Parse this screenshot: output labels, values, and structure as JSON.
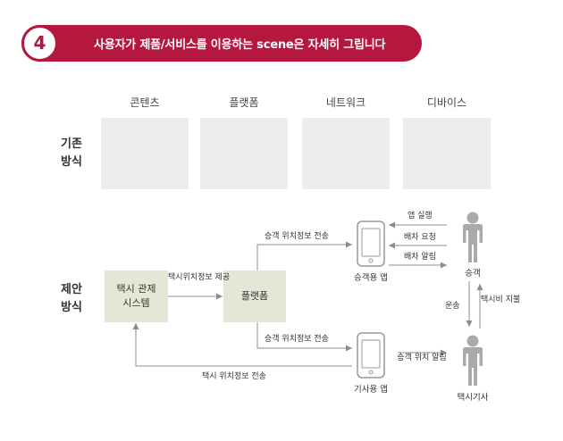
{
  "header": {
    "step_number": "4",
    "title": "사용자가 제품/서비스를 이용하는 scene은 자세히 그립니다"
  },
  "columns": [
    "콘텐츠",
    "플랫폼",
    "네트워크",
    "디바이스"
  ],
  "rows": {
    "existing": "기존\n방식",
    "proposed": "제안\n방식"
  },
  "nodes": {
    "taxi_control": "택시 관제\n시스템",
    "platform": "플랫폼"
  },
  "devices": {
    "passenger_app": "승객용 앱",
    "driver_app": "기사용 앱"
  },
  "actors": {
    "passenger": "승객",
    "driver": "택시기사"
  },
  "edges": {
    "taxi_location_provide": "택시위치정보\n제공",
    "passenger_location_top": "승객 위치정보 전송",
    "passenger_location_bottom": "승객 위치정보 전송",
    "taxi_location_send": "택시 위치정보 전송",
    "app_run": "앱 실행",
    "dispatch_request": "배차 요청",
    "dispatch_notify": "배차 알림",
    "passenger_location_notify": "승객 위치\n알림",
    "transport": "운송",
    "taxi_fare_payment": "택시비\n지불"
  },
  "colors": {
    "accent": "#b5173f",
    "box_fill": "#ececec",
    "node_fill": "#e3e7d6",
    "line": "#8c8c8c"
  }
}
